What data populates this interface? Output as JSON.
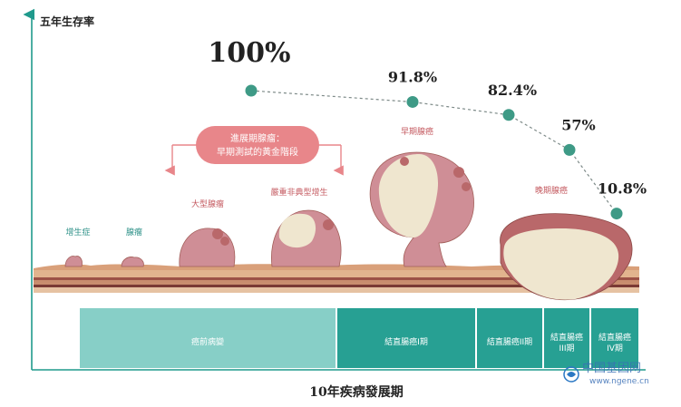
{
  "chart_data": {
    "type": "line",
    "ylabel": "五年生存率",
    "xlabel": "10年疾病發展期",
    "points": [
      {
        "label": "100%",
        "value": 100
      },
      {
        "label": "91.8%",
        "value": 91.8
      },
      {
        "label": "82.4%",
        "value": 82.4
      },
      {
        "label": "57%",
        "value": 57
      },
      {
        "label": "10.8%",
        "value": 10.8
      }
    ],
    "stages": [
      "增生症",
      "腺瘤",
      "大型腺瘤",
      "嚴重非典型增生",
      "早期腺癌",
      "晚期腺癌"
    ],
    "callout": {
      "line1": "進展期腺瘤：",
      "line2": "早期測試的黃金階段"
    },
    "bands": [
      "癌前病變",
      "結直腸癌I期",
      "結直腸癌II期",
      "結直腸癌III期",
      "結直腸癌IV期"
    ],
    "colors": {
      "axis": "#1f9a8c",
      "marker": "#3e9a86",
      "band_light": "#87cfc7",
      "band_dark": "#27a093",
      "callout": "#e8868a",
      "tissue": "#d9a07a",
      "polyp": "#cf8e96"
    }
  },
  "watermark": {
    "text": "中国基因网",
    "url": "www.ngene.cn"
  }
}
